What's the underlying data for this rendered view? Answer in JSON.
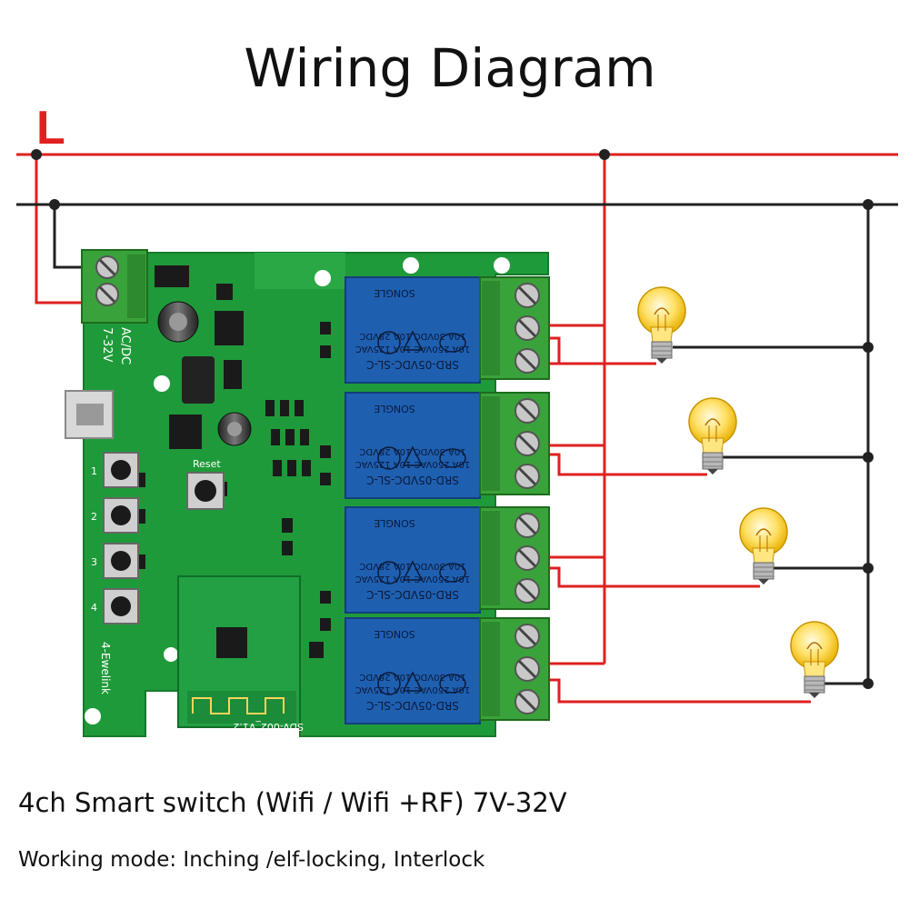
{
  "title": "Wiring Diagram",
  "line_label": "L",
  "caption": "4ch Smart switch (Wifi / Wifi +RF) 7V-32V",
  "subcaption": "Working mode: Inching /elf-locking, Interlock",
  "board": {
    "power_label": "AC/DC",
    "voltage_label": "7-32V",
    "reset_label": "Reset",
    "brand_label": "4-Ewelink",
    "module_label": "SDV-002_V1.2",
    "button_numbers": [
      "1",
      "2",
      "3",
      "4"
    ]
  },
  "relays": [
    {
      "model": "SRD-05VDC-SL-C",
      "rating1": "10A 250VAC  10A 125VAC",
      "rating2": "10A 30VDC  10A 28VDC",
      "brand": "SONGLE"
    },
    {
      "model": "SRD-05VDC-SL-C",
      "rating1": "10A 250VAC  10A 125VAC",
      "rating2": "10A 30VDC  10A 28VDC",
      "brand": "SONGLE"
    },
    {
      "model": "SRD-05VDC-SL-C",
      "rating1": "10A 250VAC  10A 125VAC",
      "rating2": "10A 30VDC  10A 28VDC",
      "brand": "SONGLE"
    },
    {
      "model": "SRD-05VDC-SL-C",
      "rating1": "10A 250VAC  10A 125VAC",
      "rating2": "10A 30VDC  10A 28VDC",
      "brand": "SONGLE"
    }
  ],
  "colors": {
    "live_wire": "#e02020",
    "neutral_wire": "#222222",
    "pcb": "#1f9a3a",
    "relay": "#1f5fb0",
    "terminal": "#3aa23a"
  }
}
